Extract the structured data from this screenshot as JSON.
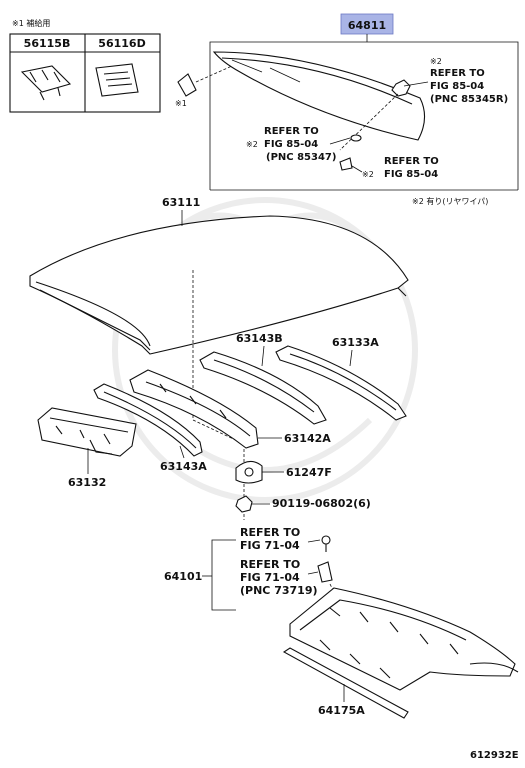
{
  "diagram_id": "612932E",
  "legend": {
    "supply_note": "※1 補給用",
    "parts": [
      "56115B",
      "56116D"
    ]
  },
  "rear_window_group": {
    "part_no": "64811",
    "highlight_color": "#a9b4e6",
    "note1_mark": "※1",
    "ref_top": {
      "mark": "※2",
      "lines": [
        "REFER TO",
        "FIG 85-04",
        "(PNC 85345R)"
      ]
    },
    "ref_left": {
      "mark": "※2",
      "lines": [
        "REFER TO",
        "FIG 85-04",
        "(PNC 85347)"
      ]
    },
    "ref_right": {
      "mark": "※2",
      "lines": [
        "REFER TO",
        "FIG 85-04"
      ]
    },
    "footnote": "※2 有り(リヤワイパ)"
  },
  "parts": {
    "roof_panel": "63111",
    "rail_b": "63143B",
    "rail_a": "63133A",
    "front_header": "63132",
    "rail_143a": "63143A",
    "rail_142a": "63142A",
    "bracket": "61247F",
    "bolt": "90119-06802(6)"
  },
  "package_tray_group": {
    "part_no": "64101",
    "ref_a": {
      "lines": [
        "REFER TO",
        "FIG 71-04"
      ]
    },
    "ref_b": {
      "lines": [
        "REFER TO",
        "FIG 71-04",
        "(PNC 73719)"
      ]
    },
    "weatherstrip": "64175A"
  }
}
